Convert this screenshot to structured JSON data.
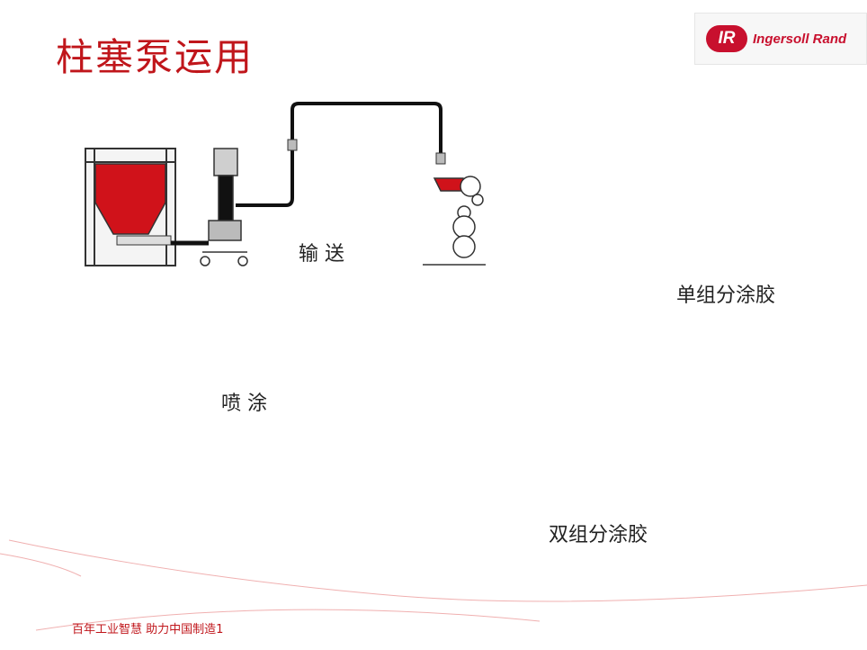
{
  "slide": {
    "title": "柱塞泵运用",
    "footer": "百年工业智慧  助力中国制造1"
  },
  "logo": {
    "mark": "IR",
    "brand": "Ingersoll Rand",
    "color": "#c8102e"
  },
  "labels": {
    "transfer": "输 送",
    "single_dispense": "单组分涂胶",
    "spray": "喷 涂",
    "dual_dispense": "双组分涂胶"
  },
  "colors": {
    "title": "#c0161b",
    "hose": "#111111",
    "fluid": "#d0121a",
    "coverall": "#1f6fd6"
  }
}
